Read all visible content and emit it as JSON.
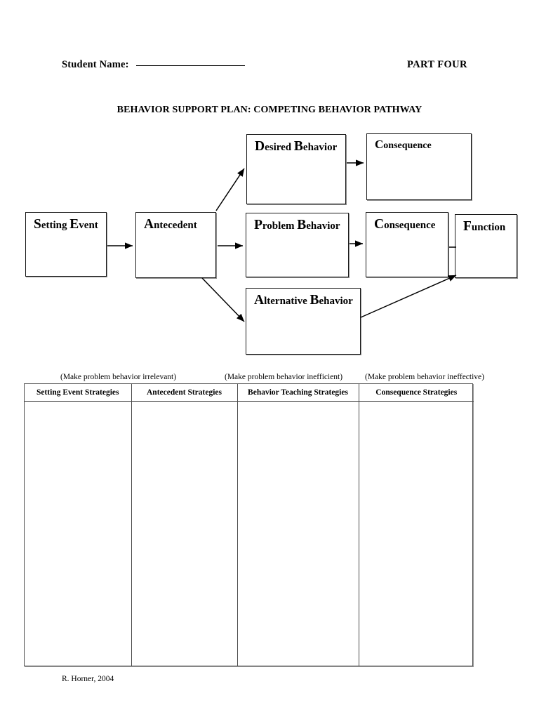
{
  "header": {
    "student_name_label": "Student Name:",
    "part_label": "PART FOUR"
  },
  "title": "BEHAVIOR SUPPORT PLAN: COMPETING BEHAVIOR PATHWAY",
  "diagram": {
    "nodes": [
      {
        "id": "setting-event",
        "label": "Setting Event"
      },
      {
        "id": "antecedent",
        "label": "Antecedent"
      },
      {
        "id": "desired-behavior",
        "label": "Desired Behavior"
      },
      {
        "id": "consequence-desired",
        "label": "Consequence"
      },
      {
        "id": "problem-behavior",
        "label": "Problem Behavior"
      },
      {
        "id": "consequence-problem",
        "label": "Consequence"
      },
      {
        "id": "function",
        "label": "Function"
      },
      {
        "id": "alternative-behavior",
        "label": "Alternative Behavior"
      }
    ]
  },
  "captions": [
    "(Make problem behavior irrelevant)",
    "(Make problem behavior inefficient)",
    "(Make problem behavior ineffective)"
  ],
  "strategy_table": {
    "columns": [
      "Setting Event Strategies",
      "Antecedent Strategies",
      "Behavior Teaching Strategies",
      "Consequence Strategies"
    ],
    "rows": [
      [
        "",
        "",
        "",
        ""
      ]
    ]
  },
  "footer": "R. Horner, 2004",
  "colors": {
    "ink": "#000000",
    "box_border": "#1a1a1a",
    "table_border": "#4d4d4d",
    "page_background": "#ffffff"
  }
}
